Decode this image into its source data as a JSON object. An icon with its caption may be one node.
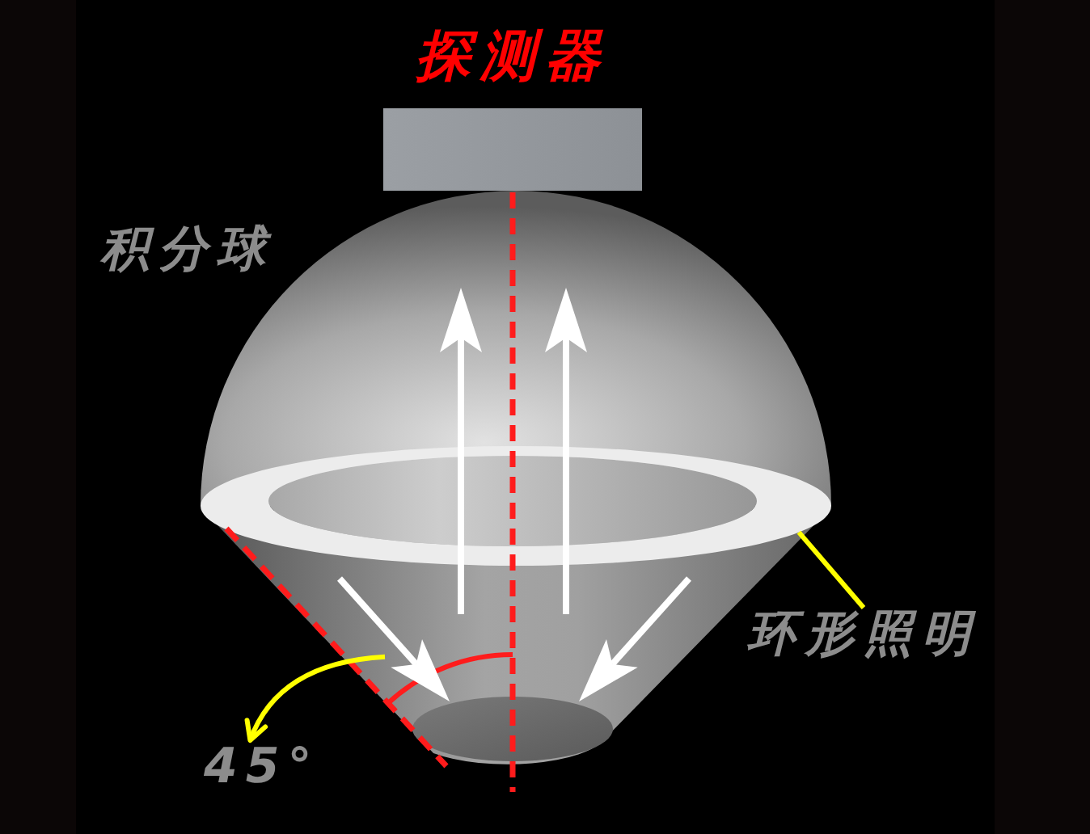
{
  "diagram": {
    "nodes": [
      {
        "text": [
          "探测器"
        ]
      },
      {
        "text": [
          "积分球"
        ]
      },
      {
        "text": [],
        "shape": "ring"
      },
      {
        "text": [
          "环形照明"
        ]
      },
      {
        "text": [
          "45°"
        ]
      },
      {
        "text": [],
        "shape": "arc"
      }
    ],
    "edges": [
      {
        "from": 3,
        "to": 2,
        "arrow": "none"
      },
      {
        "from": 5,
        "to": 4,
        "arrow": "to"
      }
    ]
  }
}
